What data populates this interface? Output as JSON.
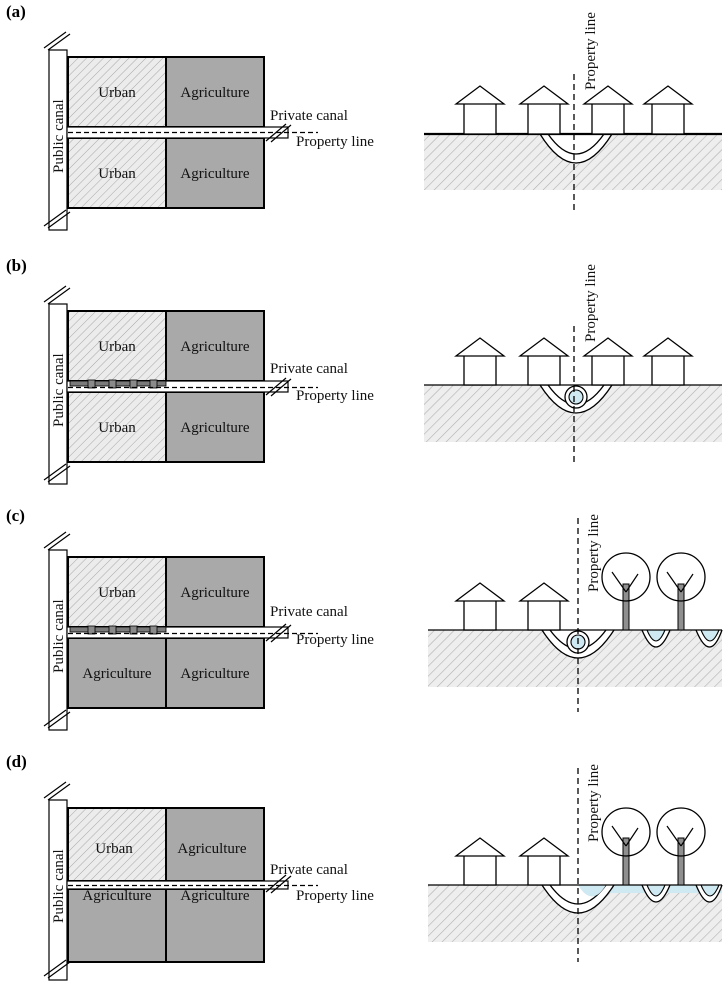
{
  "panels": [
    {
      "letter": "(a)",
      "plan": {
        "top_left": "Urban",
        "top_right": "Agriculture",
        "bottom_left": "Urban",
        "bottom_right": "Agriculture",
        "pipes": false
      },
      "section": {
        "variant": "a"
      }
    },
    {
      "letter": "(b)",
      "plan": {
        "top_left": "Urban",
        "top_right": "Agriculture",
        "bottom_left": "Urban",
        "bottom_right": "Agriculture",
        "pipes": true
      },
      "section": {
        "variant": "b"
      }
    },
    {
      "letter": "(c)",
      "plan": {
        "top_left": "Urban",
        "top_right": "Agriculture",
        "bottom_left": "Agriculture",
        "bottom_right": "Agriculture",
        "pipes": true
      },
      "section": {
        "variant": "c"
      }
    },
    {
      "letter": "(d)",
      "plan": {
        "top_left": "Urban",
        "top_right": "Agriculture",
        "bottom_left": "Agriculture",
        "bottom_right": "Agriculture",
        "pipes": false
      },
      "section": {
        "variant": "d"
      }
    }
  ],
  "labels": {
    "public_canal": "Public canal",
    "private_canal": "Private canal",
    "property_line": "Property line"
  },
  "colors": {
    "urban_fill": "#e4e4e4",
    "agriculture_fill": "#a9a9a9",
    "water": "#cfe9f2",
    "ground_hatch": "#b5b5b5",
    "line": "#000000"
  }
}
